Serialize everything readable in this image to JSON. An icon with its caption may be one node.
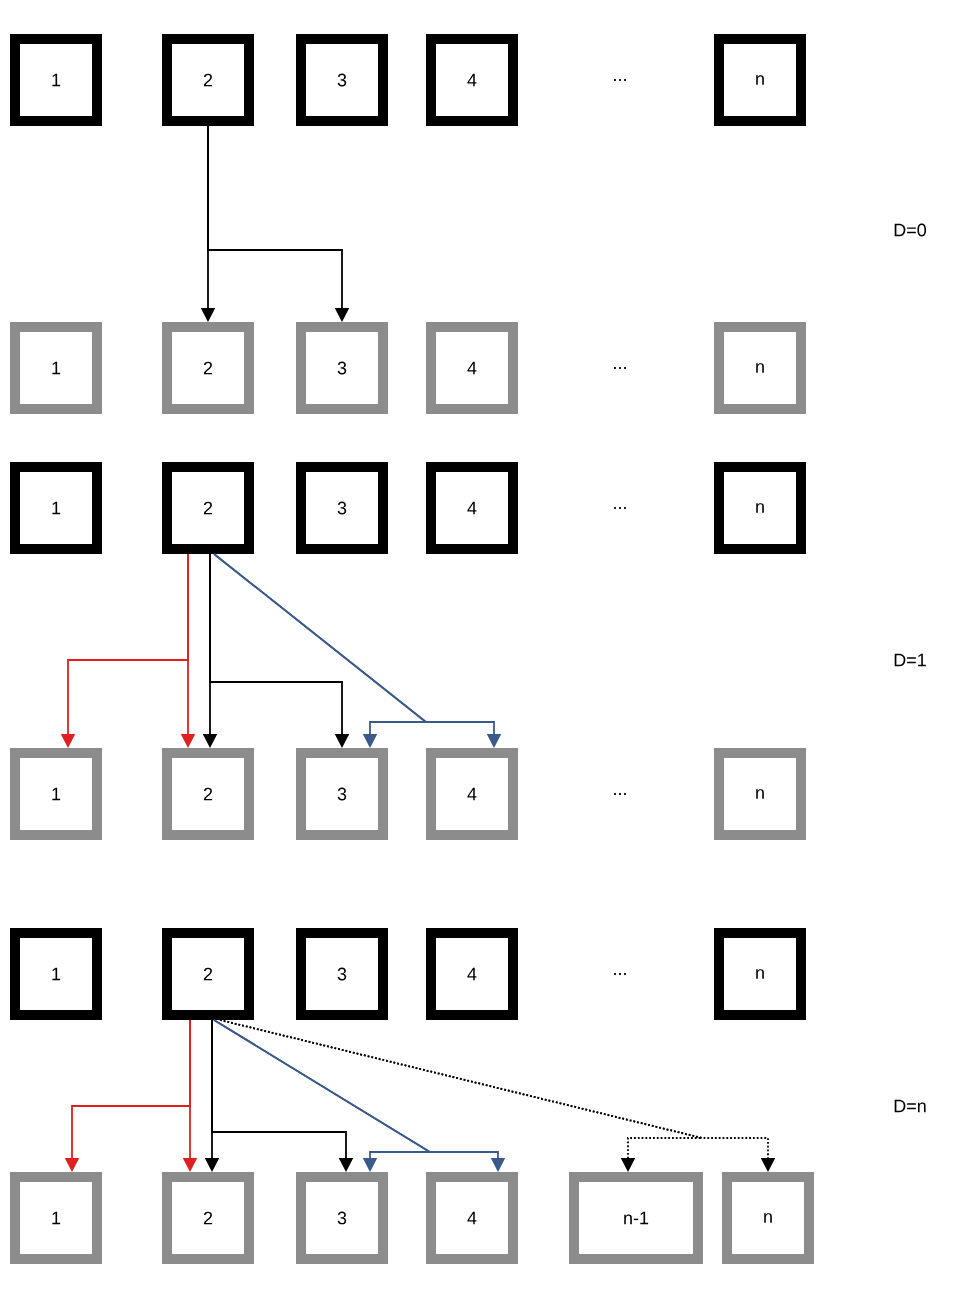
{
  "diagram": {
    "nodes": [
      {
        "text": [
          "1"
        ]
      },
      {
        "text": [
          "2"
        ]
      },
      {
        "text": [
          "3"
        ]
      },
      {
        "text": [
          "4"
        ]
      },
      {
        "text": [
          "n"
        ]
      },
      {
        "text": [
          "1"
        ]
      },
      {
        "text": [
          "2"
        ]
      },
      {
        "text": [
          "3"
        ]
      },
      {
        "text": [
          "4"
        ]
      },
      {
        "text": [
          "n"
        ]
      },
      {
        "text": [
          "1"
        ]
      },
      {
        "text": [
          "2"
        ]
      },
      {
        "text": [
          "3"
        ]
      },
      {
        "text": [
          "4"
        ]
      },
      {
        "text": [
          "n"
        ]
      },
      {
        "text": [
          "1"
        ]
      },
      {
        "text": [
          "2"
        ]
      },
      {
        "text": [
          "3"
        ]
      },
      {
        "text": [
          "4"
        ]
      },
      {
        "text": [
          "n"
        ]
      },
      {
        "text": [
          "1"
        ]
      },
      {
        "text": [
          "2"
        ]
      },
      {
        "text": [
          "3"
        ]
      },
      {
        "text": [
          "4"
        ]
      },
      {
        "text": [
          "n"
        ]
      },
      {
        "text": [
          "1"
        ]
      },
      {
        "text": [
          "2"
        ]
      },
      {
        "text": [
          "3"
        ]
      },
      {
        "text": [
          "4"
        ]
      },
      {
        "text": [
          "n-1"
        ]
      },
      {
        "text": [
          "n"
        ]
      }
    ],
    "edges": [
      {
        "from": 1,
        "to": 6,
        "arrow": "to"
      },
      {
        "from": 1,
        "to": 7,
        "arrow": "to"
      },
      {
        "from": 11,
        "to": 15,
        "arrow": "to",
        "color": "#e02020"
      },
      {
        "from": 11,
        "to": 16,
        "arrow": "to",
        "color": "#e02020"
      },
      {
        "from": 11,
        "to": 16,
        "arrow": "to"
      },
      {
        "from": 11,
        "to": 17,
        "arrow": "to"
      },
      {
        "from": 11,
        "to": 17,
        "arrow": "to",
        "color": "#3a5a8a"
      },
      {
        "from": 11,
        "to": 18,
        "arrow": "to",
        "color": "#3a5a8a"
      },
      {
        "from": 21,
        "to": 25,
        "arrow": "to",
        "color": "#e02020"
      },
      {
        "from": 21,
        "to": 26,
        "arrow": "to",
        "color": "#e02020"
      },
      {
        "from": 21,
        "to": 26,
        "arrow": "to"
      },
      {
        "from": 21,
        "to": 27,
        "arrow": "to"
      },
      {
        "from": 21,
        "to": 27,
        "arrow": "to",
        "color": "#3a5a8a"
      },
      {
        "from": 21,
        "to": 28,
        "arrow": "to",
        "color": "#3a5a8a"
      },
      {
        "from": 21,
        "to": 29,
        "arrow": "to",
        "style": "dashed"
      },
      {
        "from": 21,
        "to": 30,
        "arrow": "to",
        "style": "dashed"
      }
    ],
    "labels": [
      "...",
      "D=0",
      "...",
      "...",
      "D=1",
      "...",
      "...",
      "D=n"
    ]
  }
}
